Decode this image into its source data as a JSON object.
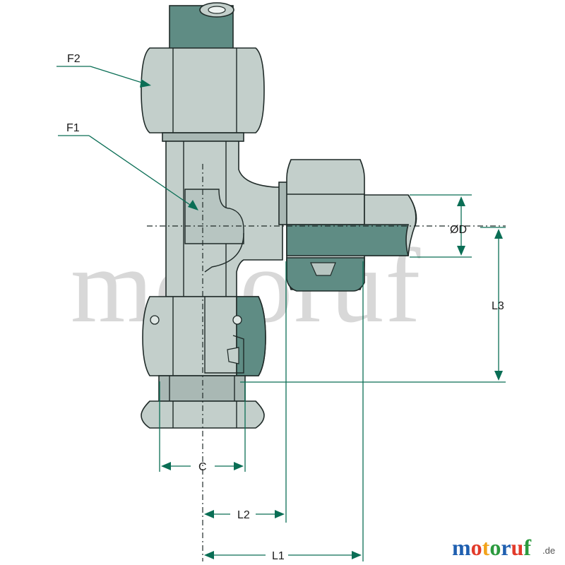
{
  "labels": {
    "f2": "F2",
    "f1": "F1",
    "diameter": "ØD",
    "l3": "L3",
    "c": "C",
    "l2": "L2",
    "l1": "L1"
  },
  "watermark": "motoruf",
  "logo": {
    "letters": [
      "m",
      "o",
      "t",
      "o",
      "r",
      "u",
      "f"
    ],
    "letter_colors": [
      "#1f5fb0",
      "#e23a2a",
      "#f2a31b",
      "#2b9a3e",
      "#1f5fb0",
      "#e23a2a",
      "#2b9a3e"
    ],
    "suffix": ".de"
  },
  "colors": {
    "accent": "#0a6e55",
    "metal": "#c3cfcb",
    "tube_green": "#5f8c84"
  }
}
